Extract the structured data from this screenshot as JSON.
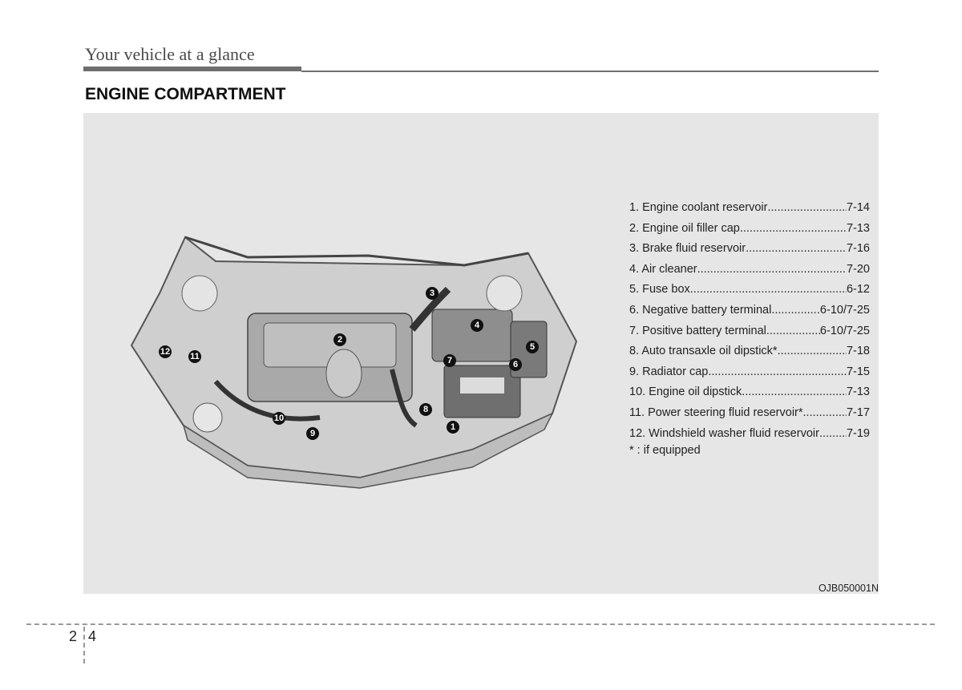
{
  "header": {
    "section_title": "Your vehicle at a glance",
    "page_heading": "ENGINE COMPARTMENT"
  },
  "legend": {
    "items": [
      {
        "label": "1. Engine coolant reservoir",
        "page": "7-14"
      },
      {
        "label": "2. Engine oil filler cap",
        "page": "7-13"
      },
      {
        "label": "3. Brake fluid reservoir",
        "page": "7-16"
      },
      {
        "label": "4. Air cleaner",
        "page": "7-20"
      },
      {
        "label": "5. Fuse box",
        "page": "6-12"
      },
      {
        "label": "6. Negative battery terminal",
        "page": "6-10/7-25"
      },
      {
        "label": "7. Positive battery terminal",
        "page": "6-10/7-25"
      },
      {
        "label": "8. Auto transaxle oil dipstick*",
        "page": "7-18"
      },
      {
        "label": "9. Radiator cap",
        "page": "7-15"
      },
      {
        "label": "10. Engine oil dipstick",
        "page": "7-13"
      },
      {
        "label": "11. Power steering fluid reservoir*",
        "page": "7-17"
      },
      {
        "label": "12. Windshield washer fluid reservoir",
        "page": "7-19"
      }
    ],
    "note": "* : if equipped"
  },
  "figure": {
    "code": "OJB050001N",
    "callouts": [
      "1",
      "2",
      "3",
      "4",
      "5",
      "6",
      "7",
      "8",
      "9",
      "10",
      "11",
      "12"
    ]
  },
  "footer": {
    "chapter": "2",
    "page": "4"
  }
}
